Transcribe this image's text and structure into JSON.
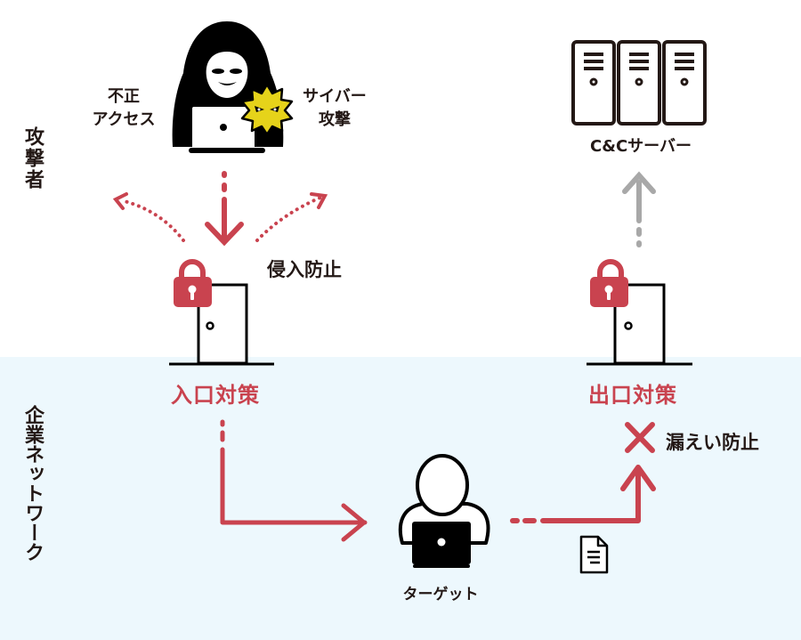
{
  "zones": {
    "attacker": {
      "label": "攻撃者"
    },
    "network": {
      "label": "企業ネットワーク"
    }
  },
  "attacker": {
    "left_label_line1": "不正",
    "left_label_line2": "アクセス",
    "right_label_line1": "サイバー",
    "right_label_line2": "攻撃"
  },
  "cc_server": {
    "label": "C&Cサーバー"
  },
  "entrance": {
    "title": "入口対策",
    "annotation": "侵入防止"
  },
  "exit": {
    "title": "出口対策",
    "annotation": "漏えい防止"
  },
  "target": {
    "label": "ターゲット"
  },
  "colors": {
    "accent_red": "#c9434f",
    "gray_arrow": "#a8a8a8",
    "network_bg": "#edf8fd",
    "text": "#231815",
    "virus_yellow": "#e6d31a"
  }
}
